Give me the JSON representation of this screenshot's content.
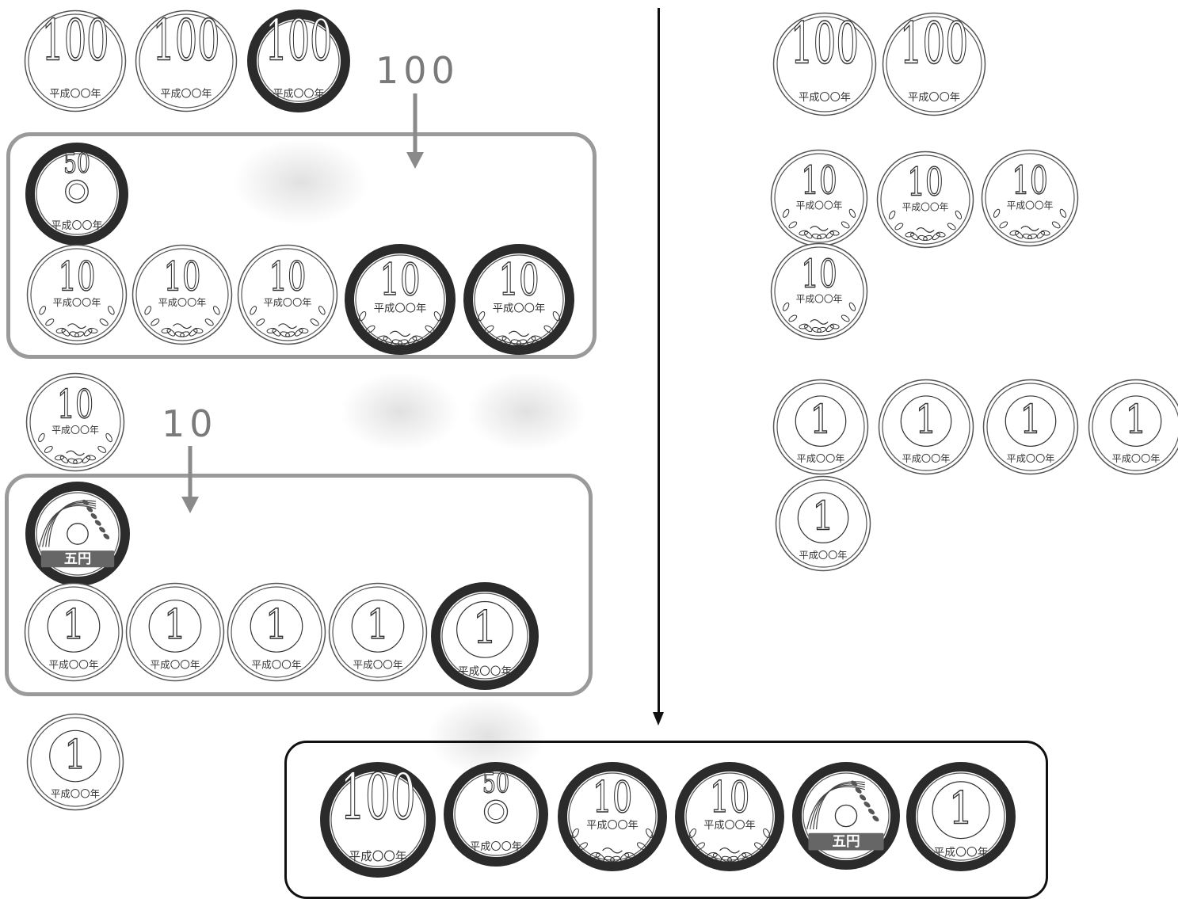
{
  "labels": {
    "hundred_label": "100",
    "ten_label": "10"
  },
  "coin_text": {
    "year": "平成〇〇年",
    "five_yen": "五円"
  },
  "coins_left": {
    "top_row": [
      {
        "value": "100",
        "highlighted": false
      },
      {
        "value": "100",
        "highlighted": false
      },
      {
        "value": "100",
        "highlighted": true
      }
    ],
    "upper_box_fifty": {
      "value": "50",
      "highlighted": true
    },
    "upper_box_tens": [
      {
        "value": "10",
        "highlighted": false
      },
      {
        "value": "10",
        "highlighted": false
      },
      {
        "value": "10",
        "highlighted": false
      },
      {
        "value": "10",
        "highlighted": true
      },
      {
        "value": "10",
        "highlighted": true
      }
    ],
    "loose_ten": {
      "value": "10",
      "highlighted": false
    },
    "lower_box_five": {
      "value": "5",
      "highlighted": true
    },
    "lower_box_ones": [
      {
        "value": "1",
        "highlighted": false
      },
      {
        "value": "1",
        "highlighted": false
      },
      {
        "value": "1",
        "highlighted": false
      },
      {
        "value": "1",
        "highlighted": false
      },
      {
        "value": "1",
        "highlighted": true
      }
    ],
    "loose_one": {
      "value": "1",
      "highlighted": false
    }
  },
  "coins_right": {
    "hundreds": [
      "100",
      "100"
    ],
    "tens": [
      "10",
      "10",
      "10",
      "10"
    ],
    "ones": [
      "1",
      "1",
      "1",
      "1",
      "1"
    ]
  },
  "result_row": [
    "100",
    "50",
    "10",
    "10",
    "5",
    "1"
  ],
  "colors": {
    "gray_outline": "#9a9a9a",
    "black_outline": "#111111",
    "highlight_ring": "#2b2b2b"
  }
}
